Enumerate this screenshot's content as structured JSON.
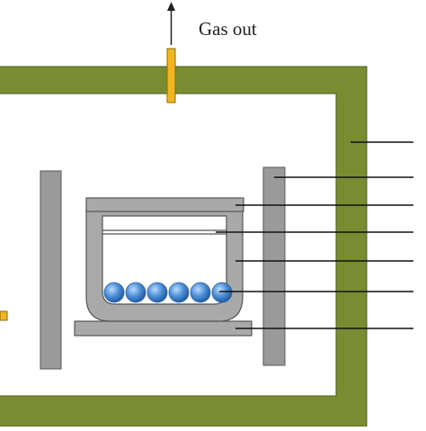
{
  "diagram": {
    "gas_outlet_label": "Gas out",
    "colors": {
      "chamber_wall": "#7a8c31",
      "chamber_interior": "#ffffff",
      "heater_panel": "#9a9a9a",
      "crucible": "#a9a9a9",
      "pipe": "#f1b520",
      "sphere": "#4f8fd6",
      "leader_line": "#111111",
      "outline": "#555555"
    },
    "components": [
      "chamber-wall",
      "heater-panel-right",
      "crucible-lid",
      "crucible-inner-plate",
      "crucible-body",
      "sample-spheres",
      "support-base"
    ],
    "sphere_count": 6
  }
}
